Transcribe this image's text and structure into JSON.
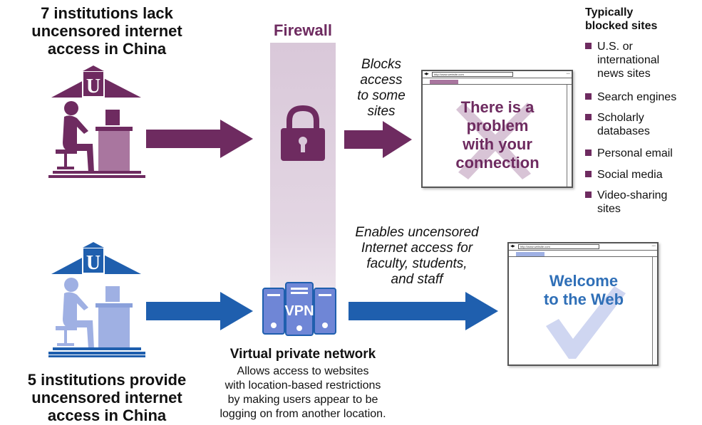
{
  "top_institutions": {
    "line1": "7 institutions lack",
    "line2": "uncensored internet",
    "line3": "access in China"
  },
  "bottom_institutions": {
    "line1": "5 institutions provide",
    "line2": "uncensored internet",
    "line3": "access in China"
  },
  "firewall": {
    "label": "Firewall"
  },
  "blocks_note": {
    "l1": "Blocks",
    "l2": "access",
    "l3": "to some",
    "l4": "sites"
  },
  "enables_note": {
    "l1": "Enables uncensored",
    "l2": "Internet access for",
    "l3": "faculty, students,",
    "l4": "and staff"
  },
  "blocked_browser": {
    "url": "http://www.website.com",
    "message_l1": "There is a",
    "message_l2": "problem",
    "message_l3": "with your",
    "message_l4": "connection"
  },
  "welcome_browser": {
    "url": "http://www.website.com",
    "message_l1": "Welcome",
    "message_l2": "to the Web"
  },
  "legend": {
    "title_l1": "Typically",
    "title_l2": "blocked sites",
    "items": [
      {
        "l1": "U.S. or",
        "l2": "international",
        "l3": "news sites"
      },
      {
        "l1": "Search engines"
      },
      {
        "l1": "Scholarly",
        "l2": "databases"
      },
      {
        "l1": "Personal email"
      },
      {
        "l1": "Social media"
      },
      {
        "l1": "Video-sharing",
        "l2": "sites"
      }
    ]
  },
  "vpn": {
    "badge": "VPN",
    "title": "Virtual private network",
    "desc_l1": "Allows access to websites",
    "desc_l2": "with location-based restrictions",
    "desc_l3": "by making users appear to be",
    "desc_l4": "logging on from another location."
  },
  "university_letter": "U",
  "colors": {
    "purple": "#6e2b60",
    "purple_light": "#a9769f",
    "blue": "#1f5fae",
    "blue_light": "#9fb0e3",
    "firewall_band": "#dccbdc"
  }
}
